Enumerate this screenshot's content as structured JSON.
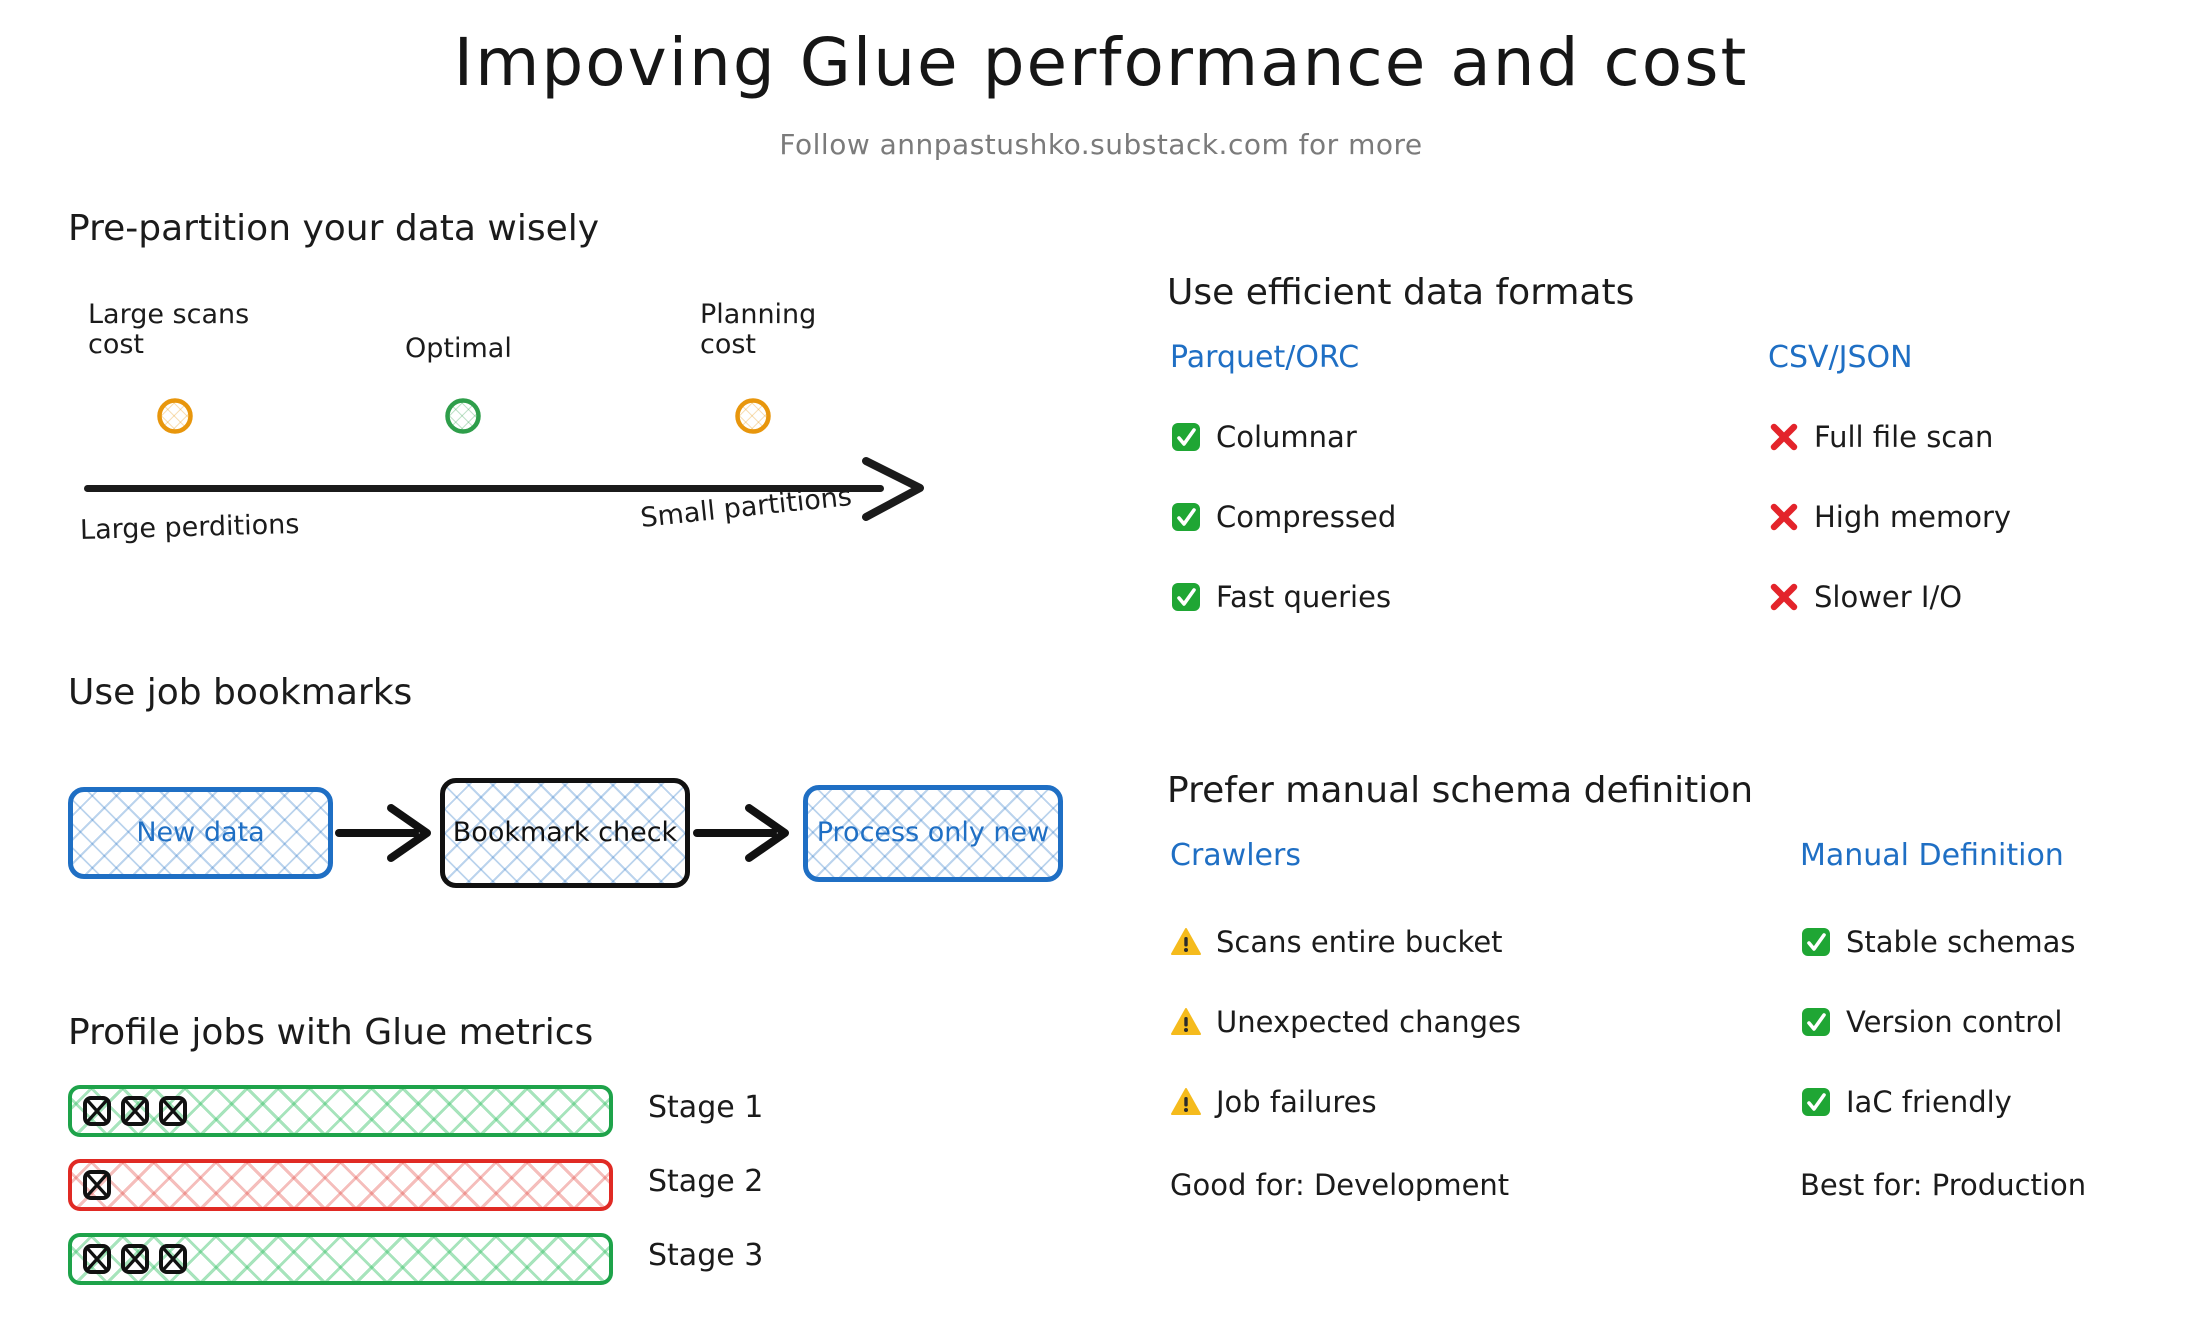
{
  "header": {
    "title": "Impoving Glue performance and cost",
    "subtitle": "Follow annpastushko.substack.com for more"
  },
  "colors": {
    "accent_blue": "#1f6fc4",
    "green": "#2e9e4a",
    "orange": "#e8960c",
    "red": "#e3242b",
    "warning_yellow": "#f5bb1d",
    "ink": "#1b1b1b",
    "muted": "#7b7b7b"
  },
  "partition_section": {
    "heading": "Pre-partition your data wisely",
    "markers": [
      {
        "label": "Large scans\ncost",
        "color": "orange"
      },
      {
        "label": "Optimal",
        "color": "green"
      },
      {
        "label": "Planning\ncost",
        "color": "orange"
      }
    ],
    "axis_left_label": "Large perditions",
    "axis_right_label": "Small partitions"
  },
  "formats_section": {
    "heading": "Use efficient data formats",
    "columns": [
      {
        "title": "Parquet/ORC",
        "items": [
          {
            "icon": "check-icon",
            "label": "Columnar"
          },
          {
            "icon": "check-icon",
            "label": "Compressed"
          },
          {
            "icon": "check-icon",
            "label": "Fast queries"
          }
        ]
      },
      {
        "title": "CSV/JSON",
        "items": [
          {
            "icon": "cross-icon",
            "label": "Full file scan"
          },
          {
            "icon": "cross-icon",
            "label": "High memory"
          },
          {
            "icon": "cross-icon",
            "label": "Slower I/O"
          }
        ]
      }
    ]
  },
  "bookmarks_section": {
    "heading": "Use job bookmarks",
    "nodes": [
      {
        "label": "New data",
        "style": "blue"
      },
      {
        "label": "Bookmark\ncheck",
        "style": "black"
      },
      {
        "label": "Process only\nnew",
        "style": "blue"
      }
    ]
  },
  "schema_section": {
    "heading": "Prefer manual schema definition",
    "columns": [
      {
        "title": "Crawlers",
        "items": [
          {
            "icon": "warning-icon",
            "label": "Scans entire bucket"
          },
          {
            "icon": "warning-icon",
            "label": "Unexpected changes"
          },
          {
            "icon": "warning-icon",
            "label": "Job failures"
          }
        ],
        "footer": "Good for: Development"
      },
      {
        "title": "Manual Definition",
        "items": [
          {
            "icon": "check-icon",
            "label": "Stable schemas"
          },
          {
            "icon": "check-icon",
            "label": "Version control"
          },
          {
            "icon": "check-icon",
            "label": "IaC friendly"
          }
        ],
        "footer": "Best for: Production"
      }
    ]
  },
  "metrics_section": {
    "heading": "Profile jobs with Glue metrics",
    "stages": [
      {
        "label": "Stage 1",
        "style": "green",
        "task_count": 3
      },
      {
        "label": "Stage 2",
        "style": "red",
        "task_count": 1
      },
      {
        "label": "Stage 3",
        "style": "green",
        "task_count": 3
      }
    ]
  }
}
